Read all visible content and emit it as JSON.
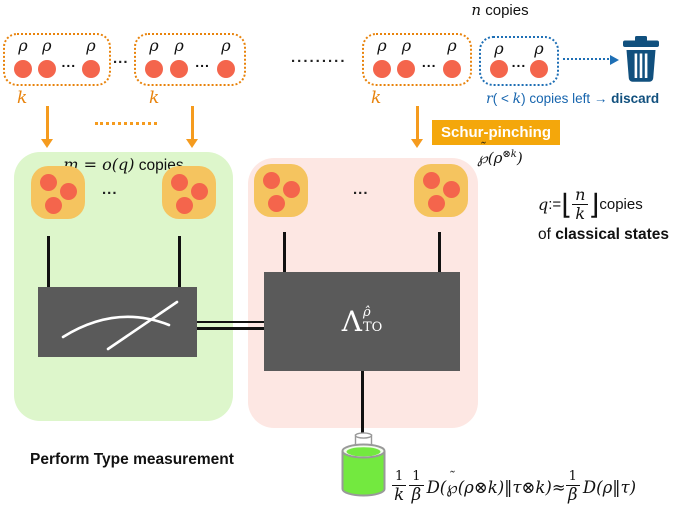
{
  "colors": {
    "orange_border": "#E8830C",
    "arrow_orange": "#F59B1E",
    "red_dot": "#F4654C",
    "blue_text": "#1765AE",
    "dark_blue": "#11507E",
    "badge_bg": "#F4A70B",
    "green_panel": "#DDF6CB",
    "pink_panel": "#FDE7E3",
    "blob_orange": "#F5C45F",
    "gray_box": "#5A5A5A",
    "battery_green": "#73E93F"
  },
  "top": {
    "n_math": "n",
    "n_text": " copies",
    "rho": "ρ",
    "dots3": "...",
    "dots9": ".........",
    "k": "k",
    "discard": {
      "r": "r",
      "mid": "( < ",
      "k": "k",
      "tail": ") copies left → ",
      "bold": "discard"
    }
  },
  "schur": {
    "label": "Schur-pinching"
  },
  "pinched": {
    "tilde": "˜",
    "scriptP": "℘",
    "rho_open": "(ρ",
    "tensor": "⊗k",
    "close": ")"
  },
  "green": {
    "m_math": "m = o(q)",
    "m_text": " copies",
    "dots": "..."
  },
  "pink": {
    "dots": "..."
  },
  "qdef": {
    "q": "q",
    "assign": " := ",
    "lfloor": "⌊",
    "num": "n",
    "den": "k",
    "rfloor": "⌋",
    "suffix": " copies",
    "line2_pre": "of ",
    "line2_bold": "classical states"
  },
  "lambda": {
    "base": "Λ",
    "sup": "ρ̂",
    "sub": "TO"
  },
  "bottom": {
    "perform": "Perform Type measurement",
    "formula": {
      "num1": "1",
      "den1": "k",
      "num2": "1",
      "den2": "β",
      "d_open": "D(",
      "tilde": "˜",
      "scriptP": "℘",
      "rho_open": "(ρ",
      "tensor1": "⊗k",
      "mid": ")‖τ",
      "tensor2": "⊗k",
      "close": ")",
      "approx": " ≈ ",
      "num3": "1",
      "den3": "β",
      "d_rest": "D(ρ‖τ)"
    }
  }
}
